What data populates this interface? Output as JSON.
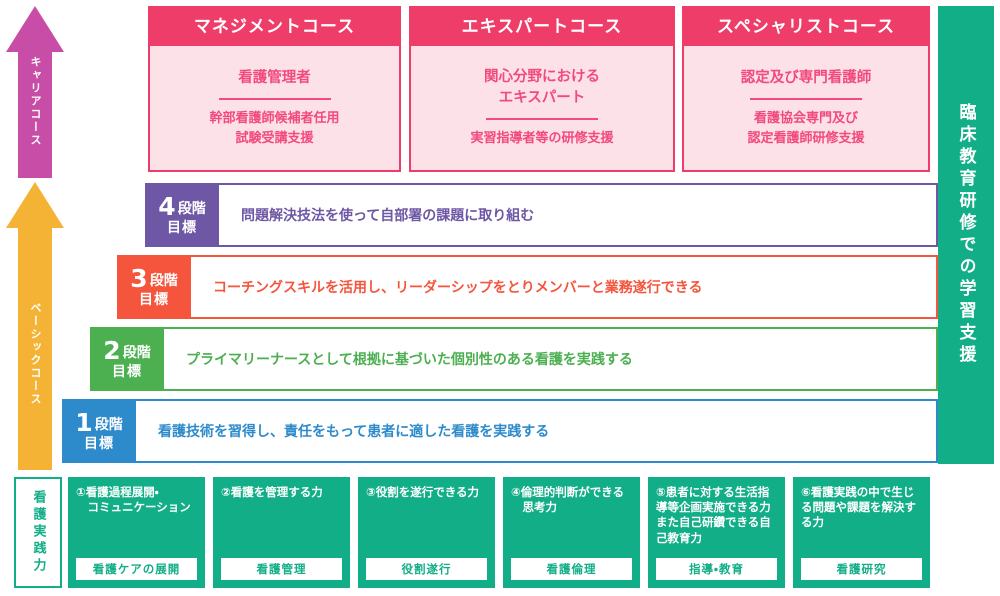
{
  "arrows": [
    {
      "id": "career",
      "label": "キャリアコース",
      "color": "#C84DA6"
    },
    {
      "id": "basic",
      "label": "ベーシックコース",
      "color": "#F5B335"
    }
  ],
  "courses": {
    "header_color": "#EE3D68",
    "body_color": "#FCE2E8",
    "items": [
      {
        "title": "マネジメントコース",
        "role": "看護管理者",
        "support": "幹部看護師候補者任用\n試験受講支援"
      },
      {
        "title": "エキスパートコース",
        "role": "関心分野における\nエキスパート",
        "support": "実習指導者等の研修支援"
      },
      {
        "title": "スペシャリストコース",
        "role": "認定及び専門看護師",
        "support": "看護協会専門及び\n認定看護師研修支援"
      }
    ]
  },
  "clinical_panel": {
    "label": "臨床教育研修での学習支援",
    "color": "#12AE87"
  },
  "stages": [
    {
      "number": "4",
      "unit": "段階",
      "sub": "目標",
      "goal": "問題解決技法を使って自部署の課題に取り組む",
      "color": "#6E57A4"
    },
    {
      "number": "3",
      "unit": "段階",
      "sub": "目標",
      "goal": "コーチングスキルを活用し、リーダーシップをとりメンバーと業務遂行できる",
      "color": "#F4553C"
    },
    {
      "number": "2",
      "unit": "段階",
      "sub": "目標",
      "goal": "プライマリーナースとして根拠に基づいた個別性のある看護を実践する",
      "color": "#4CAF50"
    },
    {
      "number": "1",
      "unit": "段階",
      "sub": "目標",
      "goal": "看護技術を習得し、責任をもって患者に適した看護を実践する",
      "color": "#2E8BCB"
    }
  ],
  "practice_label": {
    "label": "看護実践力",
    "color": "#12AE87"
  },
  "competencies": [
    {
      "title": "①看護過程展開・\n　コミュニケーション",
      "tag": "看護ケアの展開"
    },
    {
      "title": "②看護を管理する力",
      "tag": "看護管理"
    },
    {
      "title": "③役割を遂行できる力",
      "tag": "役割遂行"
    },
    {
      "title": "④倫理的判断ができる\n　思考力",
      "tag": "看護倫理"
    },
    {
      "title": "⑤患者に対する生活指導等企画実施できる力また自己研鑽できる自己教育力",
      "tag": "指導・教育"
    },
    {
      "title": "⑥看護実践の中で生じる問題や課題を解決する力",
      "tag": "看護研究"
    }
  ]
}
